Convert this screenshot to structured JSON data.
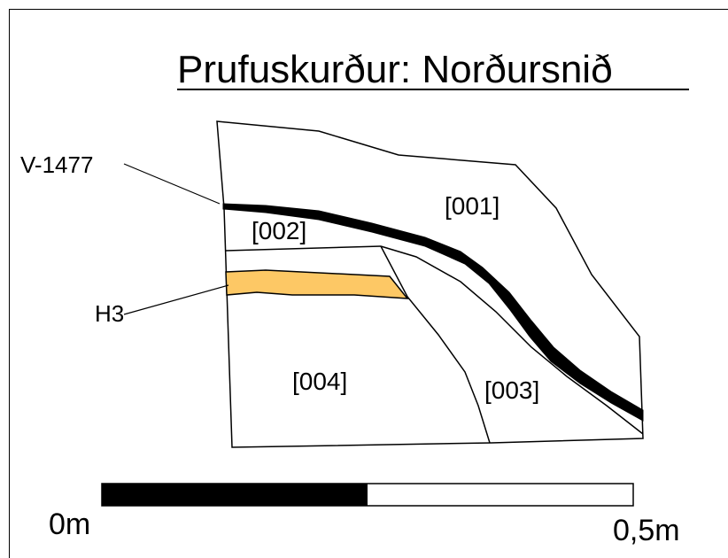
{
  "title": "Prufuskurður:  Norðursnið",
  "layers": {
    "l001": "[001]",
    "l002": "[002]",
    "l003": "[003]",
    "l004": "[004]"
  },
  "callouts": {
    "tephra_v1477": "V-1477",
    "tephra_h3": "H3"
  },
  "scale_bar": {
    "start_label": "0m",
    "end_label": "0,5m",
    "filled_fraction": 0.5
  },
  "colors": {
    "h3_fill": "#fdc865",
    "line": "#000000",
    "background": "#ffffff"
  }
}
